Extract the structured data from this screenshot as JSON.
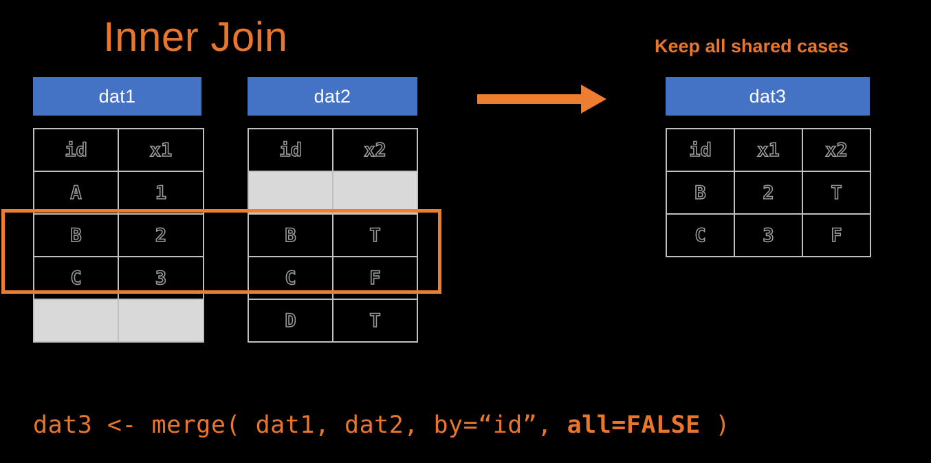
{
  "diagram": {
    "title": "Inner Join",
    "annotation": "Keep all shared cases",
    "accent_color": "#E8762C",
    "banner_color": "#4472C4",
    "blank_row_color": "#D9D9D9",
    "grid_color": "#BFBFBF",
    "background_color": "#000000",
    "arrow_label": "arrow-right-icon"
  },
  "tables": {
    "dat1": {
      "name": "dat1",
      "columns": [
        "id",
        "x1"
      ],
      "rows": [
        {
          "cells": [
            "A",
            "1"
          ],
          "blank": false
        },
        {
          "cells": [
            "B",
            "2"
          ],
          "blank": false
        },
        {
          "cells": [
            "C",
            "3"
          ],
          "blank": false
        },
        {
          "cells": [
            "",
            ""
          ],
          "blank": true
        }
      ]
    },
    "dat2": {
      "name": "dat2",
      "columns": [
        "id",
        "x2"
      ],
      "rows": [
        {
          "cells": [
            "",
            ""
          ],
          "blank": true
        },
        {
          "cells": [
            "B",
            "T"
          ],
          "blank": false
        },
        {
          "cells": [
            "C",
            "F"
          ],
          "blank": false
        },
        {
          "cells": [
            "D",
            "T"
          ],
          "blank": false
        }
      ]
    },
    "dat3": {
      "name": "dat3",
      "columns": [
        "id",
        "x1",
        "x2"
      ],
      "rows": [
        {
          "cells": [
            "B",
            "2",
            "T"
          ],
          "blank": false
        },
        {
          "cells": [
            "C",
            "3",
            "F"
          ],
          "blank": false
        }
      ]
    }
  },
  "code": {
    "full": "dat3 <- merge( dat1, dat2, by=“id”, all=FALSE )",
    "prefix": "dat3 <- merge( dat1, dat2, by=“id”, ",
    "emphasis": "all=FALSE",
    "suffix": " )"
  }
}
